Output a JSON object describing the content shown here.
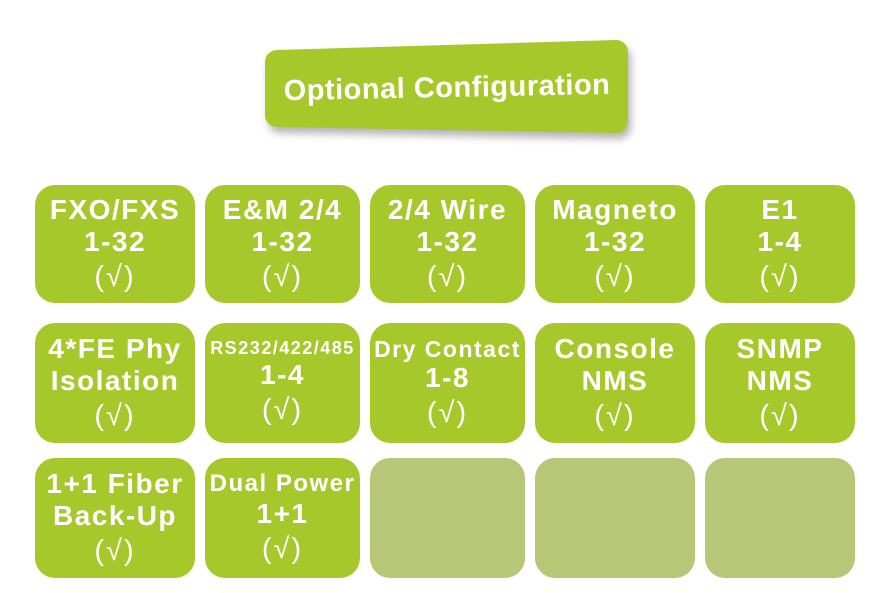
{
  "banner": {
    "label": "Optional Configuration"
  },
  "colors": {
    "card_green": "#a7c82b",
    "card_muted": "#b6c878",
    "text": "#ffffff"
  },
  "cards": {
    "rows": [
      [
        {
          "line1": "FXO/FXS",
          "line2": "1-32",
          "check": "(√)"
        },
        {
          "line1": "E&M 2/4",
          "line2": "1-32",
          "check": "(√)"
        },
        {
          "line1": "2/4 Wire",
          "line2": "1-32",
          "check": "(√)"
        },
        {
          "line1": "Magneto",
          "line2": "1-32",
          "check": "(√)"
        },
        {
          "line1": "E1",
          "line2": "1-4",
          "check": "(√)"
        }
      ],
      [
        {
          "line1": "4*FE Phy",
          "line2": "Isolation",
          "check": "(√)"
        },
        {
          "line1": "RS232/422/485",
          "line2": "1-4",
          "check": "(√)"
        },
        {
          "line1": "Dry Contact",
          "line2": "1-8",
          "check": "(√)"
        },
        {
          "line1": "Console",
          "line2": "NMS",
          "check": "(√)"
        },
        {
          "line1": "SNMP",
          "line2": "NMS",
          "check": "(√)"
        }
      ],
      [
        {
          "line1": "1+1 Fiber",
          "line2": "Back-Up",
          "check": "(√)"
        },
        {
          "line1": "Dual Power",
          "line2": "1+1",
          "check": "(√)"
        },
        {
          "empty": true
        },
        {
          "empty": true
        },
        {
          "empty": true
        }
      ]
    ]
  }
}
